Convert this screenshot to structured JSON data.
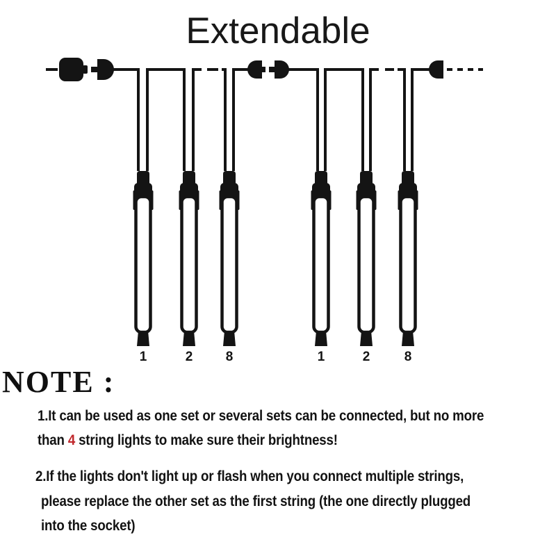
{
  "title": "Extendable",
  "diagram": {
    "tube_labels_left": [
      "1",
      "2",
      "8"
    ],
    "tube_labels_right": [
      "1",
      "2",
      "8"
    ],
    "wire_color": "#141414",
    "tube_fill": "#ffffff"
  },
  "note": {
    "heading": "NOTE :",
    "item1": {
      "line1": "1.It can be used as one set or several sets can be connected, but no more",
      "line2_before": "than ",
      "line2_highlight": "4",
      "line2_after": " string lights to make sure their brightness!",
      "highlight_color": "#c0272b"
    },
    "item2": {
      "line1": "2.If the lights don't light up or flash when you connect multiple strings,",
      "line2": "please replace the other set as the first string (the one directly plugged",
      "line3": "into the socket)"
    }
  }
}
